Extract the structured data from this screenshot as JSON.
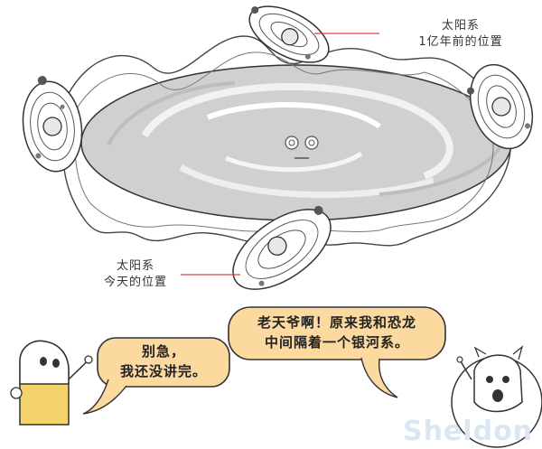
{
  "labels": {
    "past": {
      "line1": "太阳系",
      "line2": "1亿年前的位置"
    },
    "now": {
      "line1": "太阳系",
      "line2": "今天的位置"
    }
  },
  "bubbles": {
    "left": {
      "line1": "别急，",
      "line2": "我还没讲完。"
    },
    "right": {
      "line1": "老天爷啊！原来我和恐龙",
      "line2": "中间隔着一个银河系。"
    }
  },
  "watermark": "Sheldon",
  "colors": {
    "bubble_fill": "#fbd99f",
    "galaxy_fill": "#cfcfcf",
    "pointer_line": "#e04040",
    "character_yellow": "#f4d36b"
  }
}
